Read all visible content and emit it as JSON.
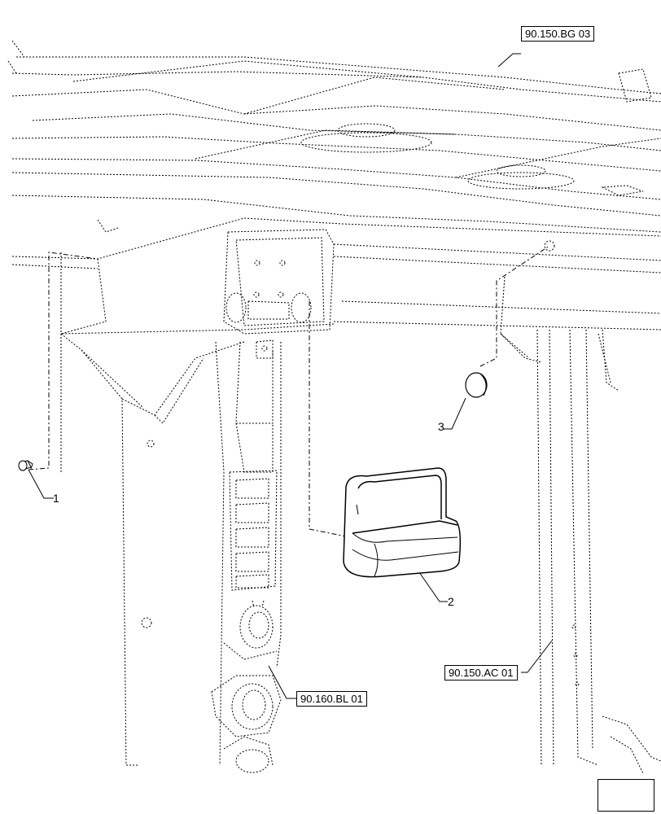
{
  "references": {
    "bg03": "90.150.BG 03",
    "bl01": "90.160.BL 01",
    "ac01": "90.150.AC 01"
  },
  "callouts": {
    "item1": "1",
    "item2": "2",
    "item3": "3"
  },
  "icons": {
    "nav": "next-page-arrow-icon"
  },
  "colors": {
    "line": "#000000",
    "background": "#ffffff"
  }
}
